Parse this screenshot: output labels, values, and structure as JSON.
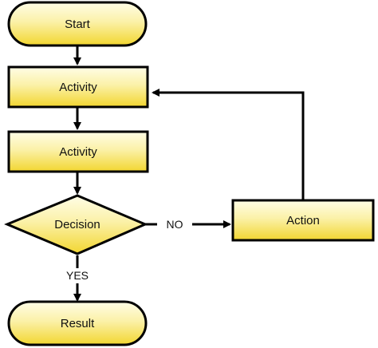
{
  "diagram": {
    "type": "flowchart",
    "nodes": {
      "start": "Start",
      "activity1": "Activity",
      "activity2": "Activity",
      "decision": "Decision",
      "action": "Action",
      "result": "Result"
    },
    "edges": {
      "no_label": "NO",
      "yes_label": "YES"
    },
    "colors": {
      "fill_light": "#fffde6",
      "fill_dark": "#f2d630",
      "outline": "#000000"
    }
  }
}
